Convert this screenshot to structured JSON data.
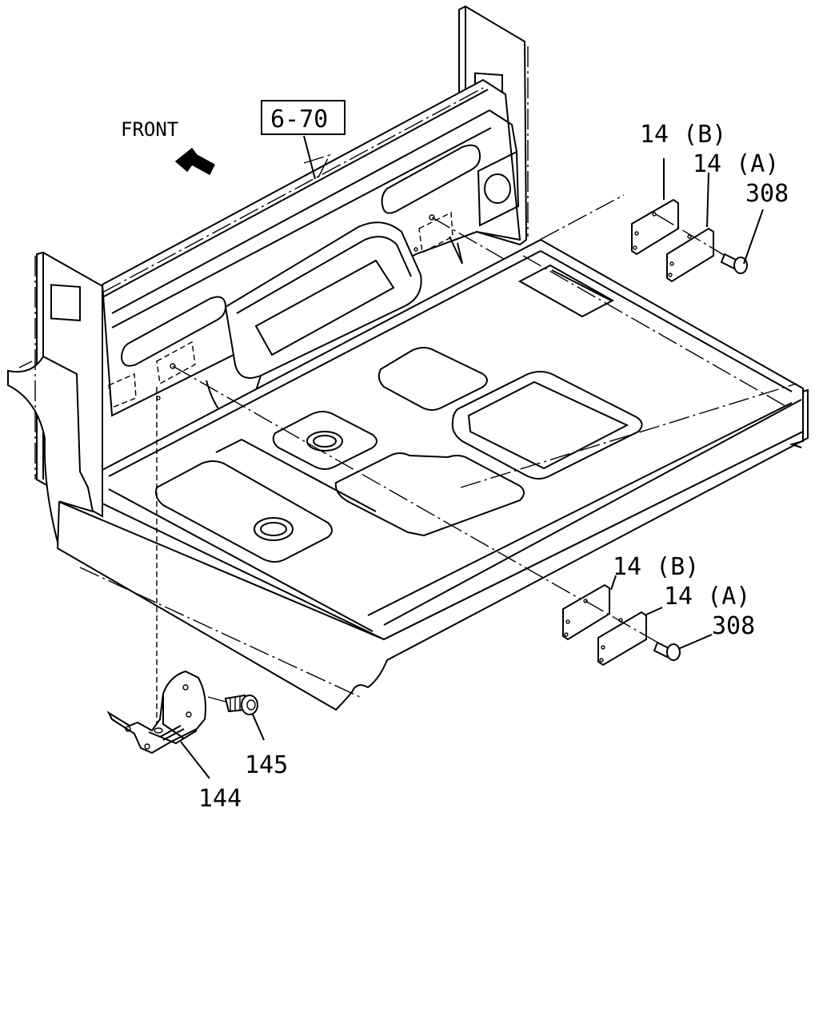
{
  "labels": {
    "front": "FRONT",
    "ref": "6-70",
    "part_14b_upper": "14 (B)",
    "part_14a_upper": "14 (A)",
    "part_308_upper": "308",
    "part_14b_lower": "14 (B)",
    "part_14a_lower": "14 (A)",
    "part_308_lower": "308",
    "part_145": "145",
    "part_144": "144"
  }
}
